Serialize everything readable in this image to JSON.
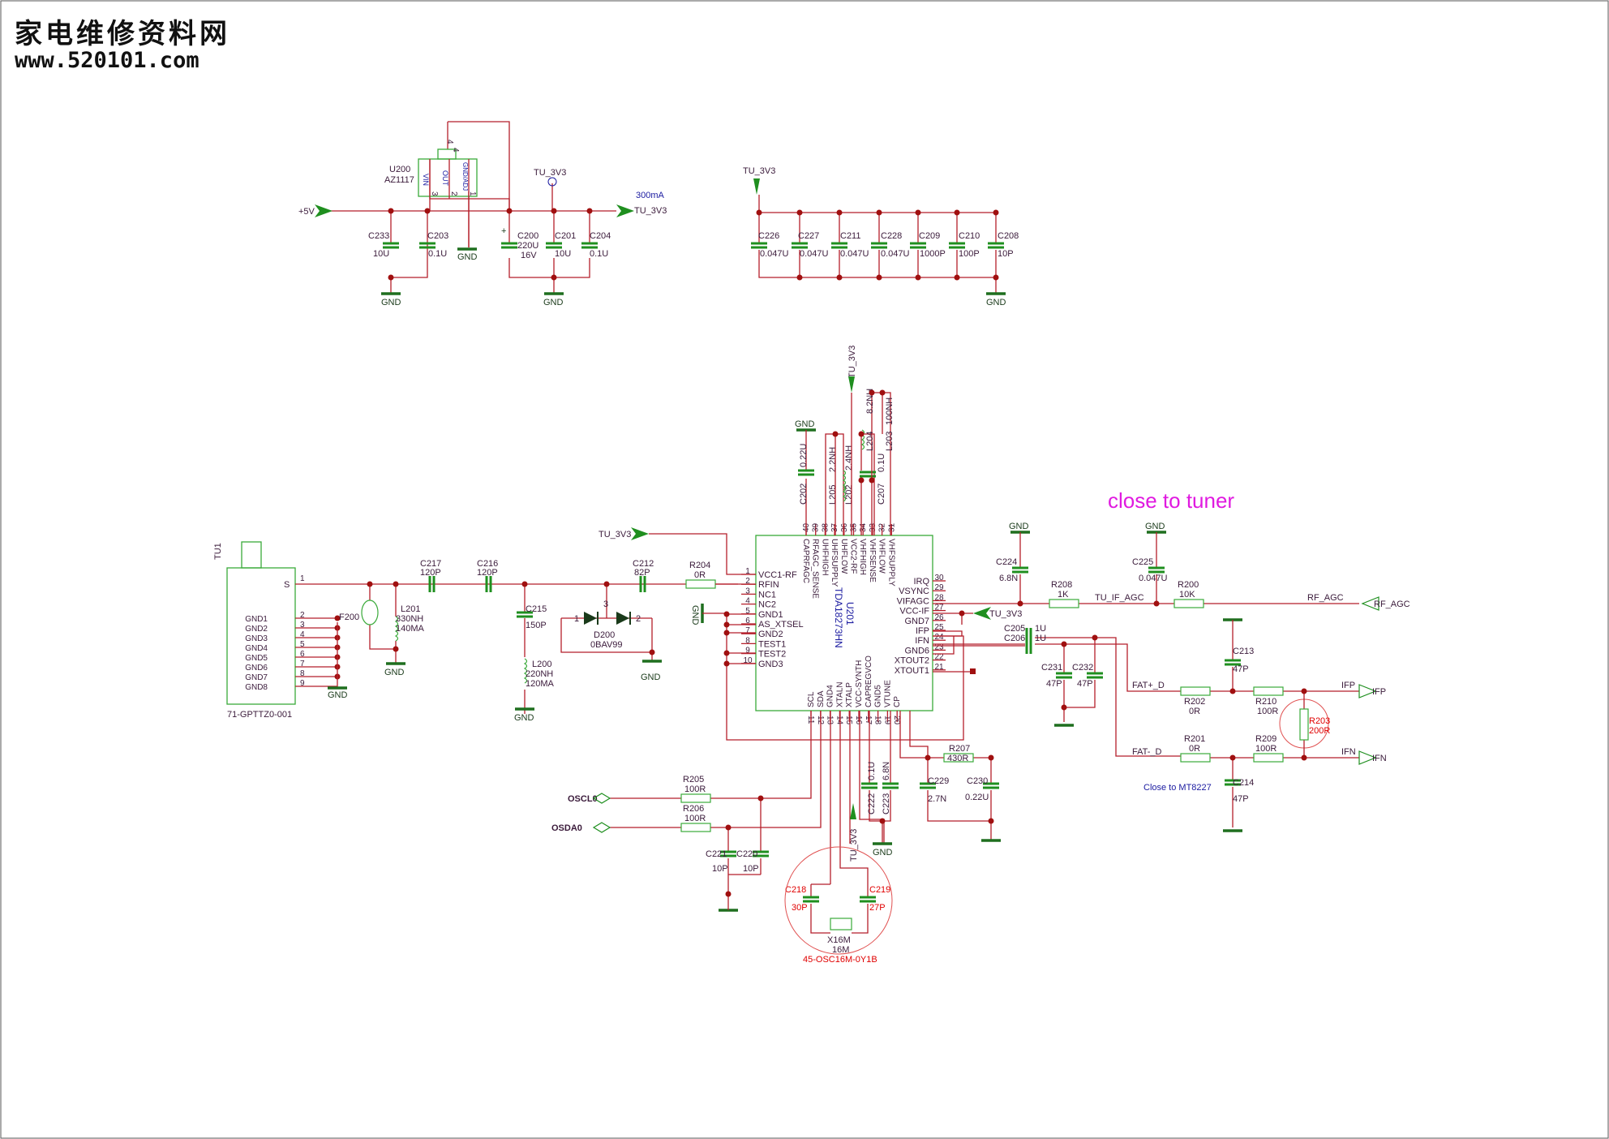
{
  "logo": {
    "title": "家电维修资料网",
    "url": "www.520101.com"
  },
  "annotations": {
    "close_to_tuner": "close to tuner",
    "close_to_mt8227": "Close to MT8227",
    "current": "300mA"
  },
  "regulator": {
    "ref": "U200",
    "part": "AZ1117",
    "pin_vin": "VIN",
    "pin_out": "OUT",
    "pin_gnd": "GND/ADJ",
    "pins": [
      "4",
      "4",
      "3",
      "2",
      "1"
    ]
  },
  "tuner_ic": {
    "ref": "U201",
    "part": "TDA18273HN",
    "left_pins": [
      {
        "num": "1",
        "name": "VCC1-RF"
      },
      {
        "num": "2",
        "name": "RFIN"
      },
      {
        "num": "3",
        "name": "NC1"
      },
      {
        "num": "4",
        "name": "NC2"
      },
      {
        "num": "5",
        "name": "GND1"
      },
      {
        "num": "6",
        "name": "AS_XTSEL"
      },
      {
        "num": "7",
        "name": "GND2"
      },
      {
        "num": "8",
        "name": "TEST1"
      },
      {
        "num": "9",
        "name": "TEST2"
      },
      {
        "num": "10",
        "name": "GND3"
      }
    ],
    "right_pins": [
      {
        "num": "30",
        "name": "IRQ"
      },
      {
        "num": "29",
        "name": "VSYNC"
      },
      {
        "num": "28",
        "name": "VIFAGC"
      },
      {
        "num": "27",
        "name": "VCC-IF"
      },
      {
        "num": "26",
        "name": "GND7"
      },
      {
        "num": "25",
        "name": "IFP"
      },
      {
        "num": "24",
        "name": "IFN"
      },
      {
        "num": "23",
        "name": "GND6"
      },
      {
        "num": "22",
        "name": "XTOUT2"
      },
      {
        "num": "21",
        "name": "XTOUT1"
      }
    ],
    "top_pins": [
      {
        "num": "40",
        "name": "CAPRFAGC"
      },
      {
        "num": "39",
        "name": "RFAGC_SENSE"
      },
      {
        "num": "38",
        "name": "UHFHIGH"
      },
      {
        "num": "37",
        "name": "UHFSUPPLY"
      },
      {
        "num": "36",
        "name": "UHFLOW"
      },
      {
        "num": "35",
        "name": "VCC2-RF"
      },
      {
        "num": "34",
        "name": "VHFHIGH"
      },
      {
        "num": "33",
        "name": "VHFSENSE"
      },
      {
        "num": "32",
        "name": "VHFLOW"
      },
      {
        "num": "31",
        "name": "VHFSUPPLY"
      }
    ],
    "bottom_pins": [
      {
        "num": "11",
        "name": "SCL"
      },
      {
        "num": "12",
        "name": "SDA"
      },
      {
        "num": "13",
        "name": "GND4"
      },
      {
        "num": "14",
        "name": "XTALN"
      },
      {
        "num": "15",
        "name": "XTALP"
      },
      {
        "num": "16",
        "name": "VCC-SYNTH"
      },
      {
        "num": "17",
        "name": "CAPREGVCO"
      },
      {
        "num": "18",
        "name": "GND5"
      },
      {
        "num": "19",
        "name": "VTUNE"
      },
      {
        "num": "20",
        "name": "CP"
      }
    ]
  },
  "connector": {
    "ref": "TU1",
    "part": "71-GPTTZ0-001",
    "signal": "S",
    "pin1": "1",
    "gnd_pins": [
      {
        "num": "2",
        "name": "GND1"
      },
      {
        "num": "3",
        "name": "GND2"
      },
      {
        "num": "4",
        "name": "GND3"
      },
      {
        "num": "5",
        "name": "GND4"
      },
      {
        "num": "6",
        "name": "GND5"
      },
      {
        "num": "7",
        "name": "GND6"
      },
      {
        "num": "8",
        "name": "GND7"
      },
      {
        "num": "9",
        "name": "GND8"
      }
    ]
  },
  "nets": {
    "tu3v3": "TU_3V3",
    "plus5v": "+5V",
    "gnd": "GND",
    "tu_if_agc": "TU_IF_AGC",
    "rf_agc": "RF_AGC",
    "fatp": "FAT+_D",
    "fatn": "FAT-_D",
    "ifp": "IFP",
    "ifn": "IFN",
    "oscl0": "OSCL0",
    "osda0": "OSDA0"
  },
  "components": {
    "C233": {
      "ref": "C233",
      "val": "10U"
    },
    "C203": {
      "ref": "C203",
      "val": "0.1U"
    },
    "C200": {
      "ref": "C200",
      "val": "220U",
      "val2": "16V"
    },
    "C201": {
      "ref": "C201",
      "val": "10U"
    },
    "C204": {
      "ref": "C204",
      "val": "0.1U"
    },
    "C226": {
      "ref": "C226",
      "val": "0.047U"
    },
    "C227": {
      "ref": "C227",
      "val": "0.047U"
    },
    "C211": {
      "ref": "C211",
      "val": "0.047U"
    },
    "C228": {
      "ref": "C228",
      "val": "0.047U"
    },
    "C209": {
      "ref": "C209",
      "val": "1000P"
    },
    "C210": {
      "ref": "C210",
      "val": "100P"
    },
    "C208": {
      "ref": "C208",
      "val": "10P"
    },
    "C217": {
      "ref": "C217",
      "val": "120P"
    },
    "C216": {
      "ref": "C216",
      "val": "120P"
    },
    "C212": {
      "ref": "C212",
      "val": "82P"
    },
    "C215": {
      "ref": "C215",
      "val": "150P"
    },
    "R204": {
      "ref": "R204",
      "val": "0R"
    },
    "F200": {
      "ref": "F200"
    },
    "L201": {
      "ref": "L201",
      "val": "330NH",
      "val2": "140MA"
    },
    "L200": {
      "ref": "L200",
      "val": "220NH",
      "val2": "120MA"
    },
    "D200": {
      "ref": "D200",
      "val": "0BAV99",
      "p1": "1",
      "p2": "2",
      "p3": "3"
    },
    "C202": {
      "ref": "C202",
      "val": "0.22U"
    },
    "L205": {
      "ref": "L205",
      "val": "2.2NH"
    },
    "L202": {
      "ref": "L202",
      "val": "2.4NH"
    },
    "C207": {
      "ref": "C207",
      "val": "0.1U"
    },
    "L204": {
      "ref": "L204",
      "val": "8.2NH"
    },
    "L203": {
      "ref": "L203",
      "val": "100NH"
    },
    "C224": {
      "ref": "C224",
      "val": "6.8N"
    },
    "C225": {
      "ref": "C225",
      "val": "0.047U"
    },
    "R208": {
      "ref": "R208",
      "val": "1K"
    },
    "R200": {
      "ref": "R200",
      "val": "10K"
    },
    "C205": {
      "ref": "C205",
      "val": "1U"
    },
    "C206": {
      "ref": "C206",
      "val": "1U"
    },
    "C231": {
      "ref": "C231",
      "val": "47P"
    },
    "C232": {
      "ref": "C232",
      "val": "47P"
    },
    "C213": {
      "ref": "C213",
      "val": "47P"
    },
    "C214": {
      "ref": "C214",
      "val": "47P"
    },
    "R202": {
      "ref": "R202",
      "val": "0R"
    },
    "R201": {
      "ref": "R201",
      "val": "0R"
    },
    "R210": {
      "ref": "R210",
      "val": "100R"
    },
    "R209": {
      "ref": "R209",
      "val": "100R"
    },
    "R203": {
      "ref": "R203",
      "val": "200R"
    },
    "R205": {
      "ref": "R205",
      "val": "100R"
    },
    "R206": {
      "ref": "R206",
      "val": "100R"
    },
    "C221": {
      "ref": "C221",
      "val": "10P"
    },
    "C220": {
      "ref": "C220",
      "val": "10P"
    },
    "C222": {
      "ref": "C222",
      "val": "0.1U"
    },
    "C223": {
      "ref": "C223",
      "val": "6.8N"
    },
    "R207": {
      "ref": "R207",
      "val": "430R"
    },
    "C229": {
      "ref": "C229",
      "val": "2.7N"
    },
    "C230": {
      "ref": "C230",
      "val": "0.22U"
    },
    "C218": {
      "ref": "C218",
      "val": "30P"
    },
    "C219": {
      "ref": "C219",
      "val": "27P"
    },
    "X16M": {
      "ref": "X16M",
      "val": "16M",
      "part": "45-OSC16M-0Y1B"
    }
  }
}
